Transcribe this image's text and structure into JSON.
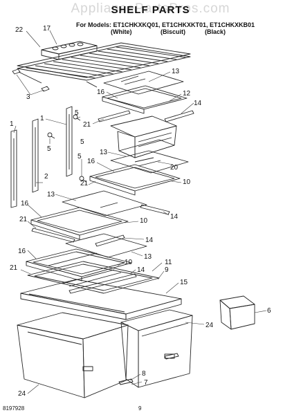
{
  "watermark": "AppliancePartsPros.com",
  "title": "SHELF PARTS",
  "models_line": "For Models: ET1CHKXKQ01, ET1CHKXKT01, ET1CHKXKB01",
  "color_labels": [
    "(White)",
    "(Biscuit)",
    "(Black)"
  ],
  "callouts": {
    "c22": "22",
    "c17": "17",
    "c3": "3",
    "c13a": "13",
    "c16a": "16",
    "c12": "12",
    "c14a": "14",
    "c21a": "21",
    "c1a": "1",
    "c5a": "5",
    "c5b": "5",
    "c1b": "1",
    "c5c": "5",
    "c5d": "5",
    "c2": "2",
    "c13b": "13",
    "c16b": "16",
    "c20": "20",
    "c21b": "21",
    "c10a": "10",
    "c13c": "13",
    "c16c": "16",
    "c14b": "14",
    "c21c": "21",
    "c10b": "10",
    "c14c": "14",
    "c13d": "13",
    "c16d": "16",
    "c11": "11",
    "c10c": "10",
    "c14d": "14",
    "c9": "9",
    "c21d": "21",
    "c15": "15",
    "c6": "6",
    "c24a": "24",
    "c8": "8",
    "c7": "7",
    "c24b": "24"
  },
  "doc_number": "8197928",
  "page_number": "9"
}
